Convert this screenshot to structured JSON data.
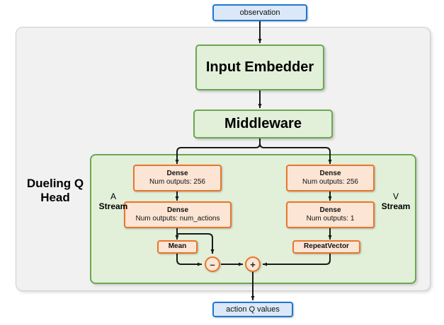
{
  "diagram": {
    "title": "Dueling Q Head network graph",
    "colors": {
      "io_fill": "#dbe8f7",
      "io_border": "#1f77d0",
      "green_fill": "#e2efd9",
      "green_border": "#6aa84f",
      "orange_fill": "#fce5d4",
      "orange_border": "#e8762c",
      "outer_fill": "#f1f1f1",
      "outer_border": "#cfcfcf",
      "edge": "#1a1a1a"
    }
  },
  "io": {
    "input_label": "observation",
    "output_label": "action Q values"
  },
  "blocks": {
    "input_embedder": "Input Embedder",
    "middleware": "Middleware"
  },
  "head": {
    "label_line1": "Dueling Q",
    "label_line2": "Head",
    "a_stream_letter": "A",
    "a_stream_word": "Stream",
    "v_stream_letter": "V",
    "v_stream_word": "Stream"
  },
  "a_stream": {
    "dense1_title": "Dense",
    "dense1_detail": "Num outputs: 256",
    "dense2_title": "Dense",
    "dense2_detail": "Num outputs: num_actions",
    "mean_label": "Mean"
  },
  "v_stream": {
    "dense1_title": "Dense",
    "dense1_detail": "Num outputs: 256",
    "dense2_title": "Dense",
    "dense2_detail": "Num outputs: 1",
    "repeat_label": "RepeatVector"
  },
  "operators": {
    "minus": "–",
    "plus": "+"
  }
}
